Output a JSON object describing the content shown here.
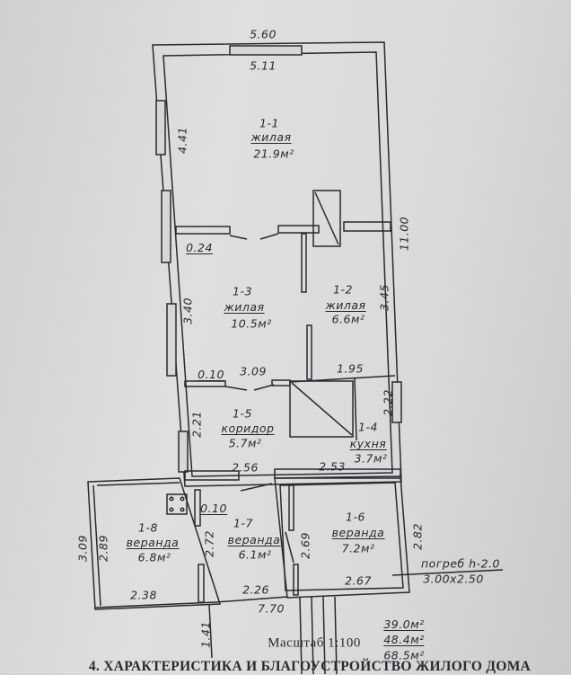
{
  "plan": {
    "outer_width": "5.60",
    "inner_width": "5.11",
    "length_total": "11.00",
    "wall_thickness": "0.24",
    "partition_thickness": "0.10",
    "partition_thickness_veranda": "0.10"
  },
  "rooms": [
    {
      "id": "1-1",
      "type": "жилая",
      "area": "21.9м²"
    },
    {
      "id": "1-2",
      "type": "жилая",
      "area": "6.6м²"
    },
    {
      "id": "1-3",
      "type": "жилая",
      "area": "10.5м²"
    },
    {
      "id": "1-4",
      "type": "кухня",
      "area": "3.7м²"
    },
    {
      "id": "1-5",
      "type": "коридор",
      "area": "5.7м²"
    },
    {
      "id": "1-6",
      "type": "веранда",
      "area": "7.2м²"
    },
    {
      "id": "1-7",
      "type": "веранда",
      "area": "6.1м²"
    },
    {
      "id": "1-8",
      "type": "веранда",
      "area": "6.8м²"
    }
  ],
  "dimensions": {
    "d441": "4.41",
    "d340": "3.40",
    "d345": "3.45",
    "d309a": "3.09",
    "d195": "1.95",
    "d221": "2.21",
    "d222": "2.22",
    "d256": "2.56",
    "d253": "2.53",
    "d309b": "3.09",
    "d289": "2.89",
    "d272": "2.72",
    "d269": "2.69",
    "d282": "2.82",
    "d238": "2.38",
    "d226": "2.26",
    "d770": "7.70",
    "d267": "2.67",
    "d141": "1.41"
  },
  "cellar": {
    "label": "погреб h-2.0",
    "size": "3.00x2.50"
  },
  "scale": "Масштаб 1:100",
  "totals": [
    "39.0м²",
    "48.4м²",
    "68.5м²"
  ],
  "section_heading": "4. ХАРАКТЕРИСТИКА И БЛАГОУСТРОЙСТВО ЖИЛОГО ДОМА"
}
